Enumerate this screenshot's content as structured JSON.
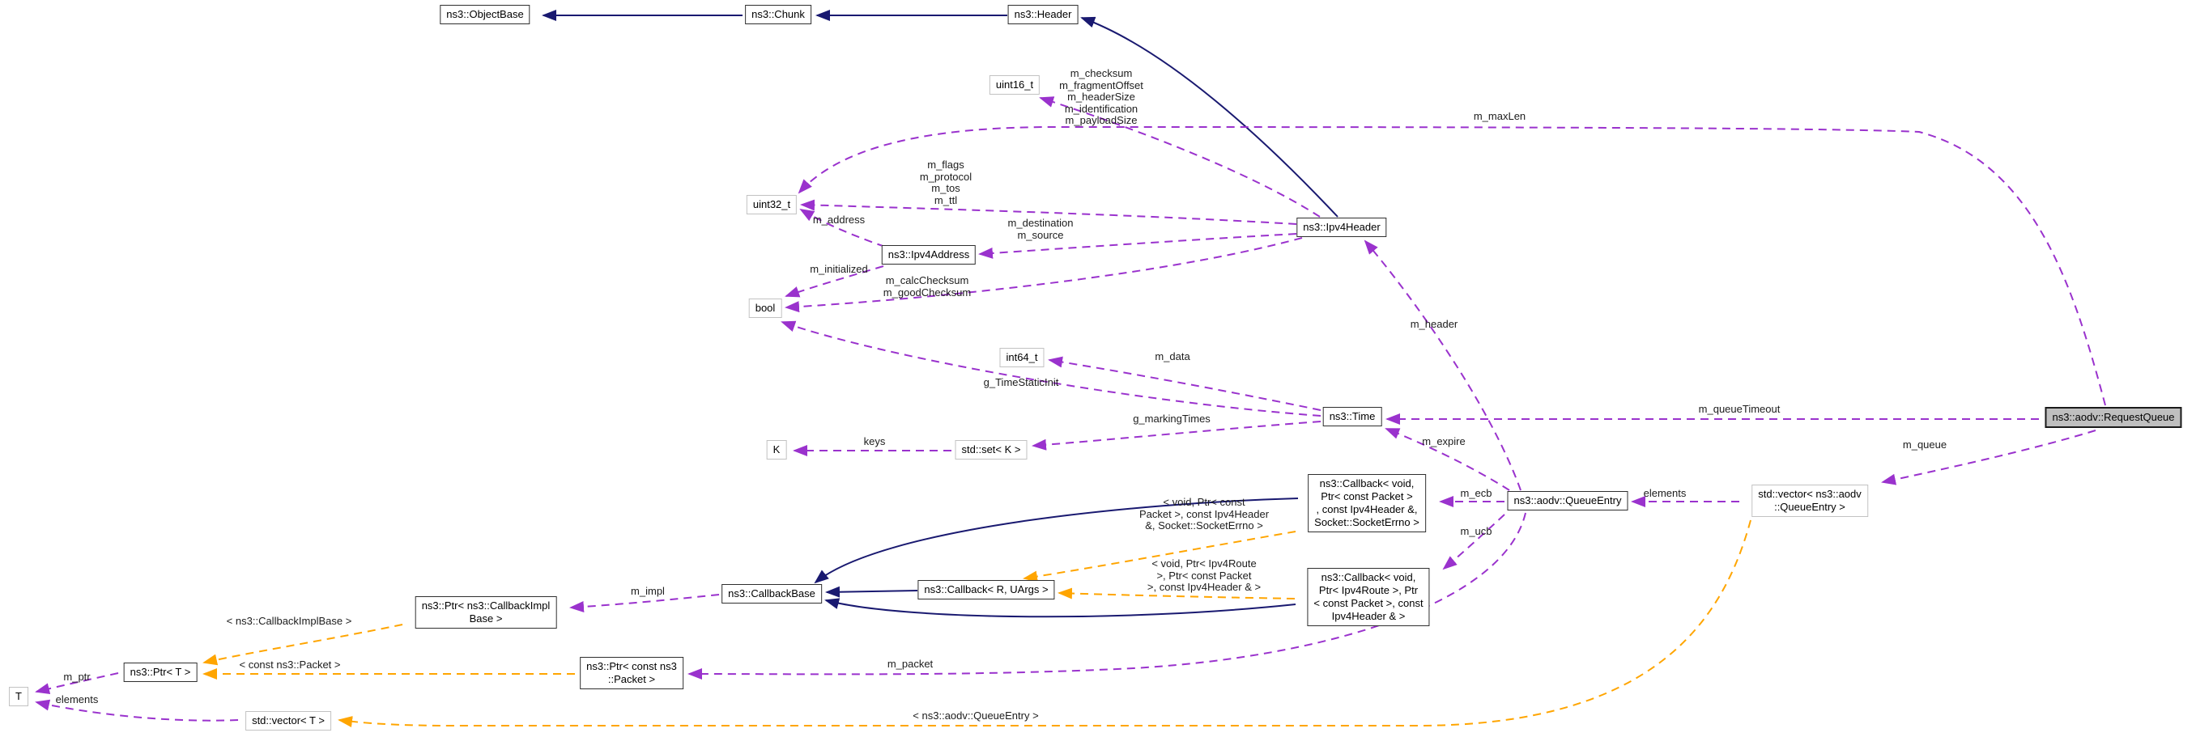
{
  "diagram": {
    "kind": "collaboration-graph",
    "focus_node": "ns3::aodv::RequestQueue"
  },
  "colors": {
    "inheritance_edge": "#191970",
    "usage_edge": "#9a32cd",
    "template_edge": "#ffa500",
    "node_border": "#2f2f2f",
    "external_node_border": "#c2c2c2",
    "focus_node_fill": "#bfbfbf",
    "background": "#ffffff",
    "text": "#000000"
  },
  "nodes": [
    {
      "id": "object-base",
      "label": "ns3::ObjectBase"
    },
    {
      "id": "chunk",
      "label": "ns3::Chunk"
    },
    {
      "id": "header",
      "label": "ns3::Header"
    },
    {
      "id": "uint16-t",
      "label": "uint16_t"
    },
    {
      "id": "uint32-t",
      "label": "uint32_t"
    },
    {
      "id": "ipv4-address",
      "label": "ns3::Ipv4Address"
    },
    {
      "id": "bool",
      "label": "bool"
    },
    {
      "id": "ipv4-header",
      "label": "ns3::Ipv4Header"
    },
    {
      "id": "int64-t",
      "label": "int64_t"
    },
    {
      "id": "time",
      "label": "ns3::Time"
    },
    {
      "id": "k",
      "label": "K"
    },
    {
      "id": "set-k",
      "label": "std::set< K >"
    },
    {
      "id": "callback-ecb",
      "label": "ns3::Callback< void,\nPtr< const Packet >\n, const Ipv4Header &,\nSocket::SocketErrno >"
    },
    {
      "id": "queue-entry",
      "label": "ns3::aodv::QueueEntry"
    },
    {
      "id": "vector-queue-entry",
      "label": "std::vector< ns3::aodv\n::QueueEntry >"
    },
    {
      "id": "request-queue",
      "label": "ns3::aodv::RequestQueue"
    },
    {
      "id": "callback-base",
      "label": "ns3::CallbackBase"
    },
    {
      "id": "callback-r-uargs",
      "label": "ns3::Callback< R, UArgs >"
    },
    {
      "id": "callback-ucb",
      "label": "ns3::Callback< void,\nPtr< Ipv4Route >, Ptr\n< const Packet >, const\nIpv4Header & >"
    },
    {
      "id": "ptr-callback-impl-base",
      "label": "ns3::Ptr< ns3::CallbackImpl\nBase >"
    },
    {
      "id": "ptr-t",
      "label": "ns3::Ptr< T >"
    },
    {
      "id": "ptr-const-packet",
      "label": "ns3::Ptr< const ns3\n::Packet >"
    },
    {
      "id": "t",
      "label": "T"
    },
    {
      "id": "vector-t",
      "label": "std::vector< T >"
    }
  ],
  "edge_labels": [
    {
      "id": "m-checksum-group",
      "text": "m_checksum\nm_fragmentOffset\nm_headerSize\nm_identification\nm_payloadSize"
    },
    {
      "id": "m-maxlen",
      "text": "m_maxLen"
    },
    {
      "id": "m-flags-group",
      "text": "m_flags\nm_protocol\nm_tos\nm_ttl"
    },
    {
      "id": "m-address",
      "text": "m_address"
    },
    {
      "id": "m-destination-source",
      "text": "m_destination\nm_source"
    },
    {
      "id": "m-initialized",
      "text": "m_initialized"
    },
    {
      "id": "m-calc-good-checksum",
      "text": "m_calcChecksum\nm_goodChecksum"
    },
    {
      "id": "m-data",
      "text": "m_data"
    },
    {
      "id": "g-timestaticinit",
      "text": "g_TimeStaticInit"
    },
    {
      "id": "g-markingtimes",
      "text": "g_markingTimes"
    },
    {
      "id": "keys",
      "text": "keys"
    },
    {
      "id": "m-queuetimeout",
      "text": "m_queueTimeout"
    },
    {
      "id": "m-expire",
      "text": "m_expire"
    },
    {
      "id": "m-header",
      "text": "m_header"
    },
    {
      "id": "m-ecb",
      "text": "m_ecb"
    },
    {
      "id": "m-ucb",
      "text": "m_ucb"
    },
    {
      "id": "elements-queue",
      "text": "elements"
    },
    {
      "id": "m-queue",
      "text": "m_queue"
    },
    {
      "id": "tmpl-ecb-args",
      "text": "< void, Ptr< const\nPacket >, const Ipv4Header\n&, Socket::SocketErrno >"
    },
    {
      "id": "tmpl-ucb-args",
      "text": "< void, Ptr< Ipv4Route\n>, Ptr< const Packet\n>, const Ipv4Header & >"
    },
    {
      "id": "m-impl",
      "text": "m_impl"
    },
    {
      "id": "tmpl-callbackimplbase",
      "text": "< ns3::CallbackImplBase >"
    },
    {
      "id": "tmpl-const-packet",
      "text": "< const ns3::Packet >"
    },
    {
      "id": "m-ptr",
      "text": "m_ptr"
    },
    {
      "id": "elements-t",
      "text": "elements"
    },
    {
      "id": "m-packet",
      "text": "m_packet"
    },
    {
      "id": "tmpl-aodv-queueentry",
      "text": "< ns3::aodv::QueueEntry >"
    }
  ]
}
